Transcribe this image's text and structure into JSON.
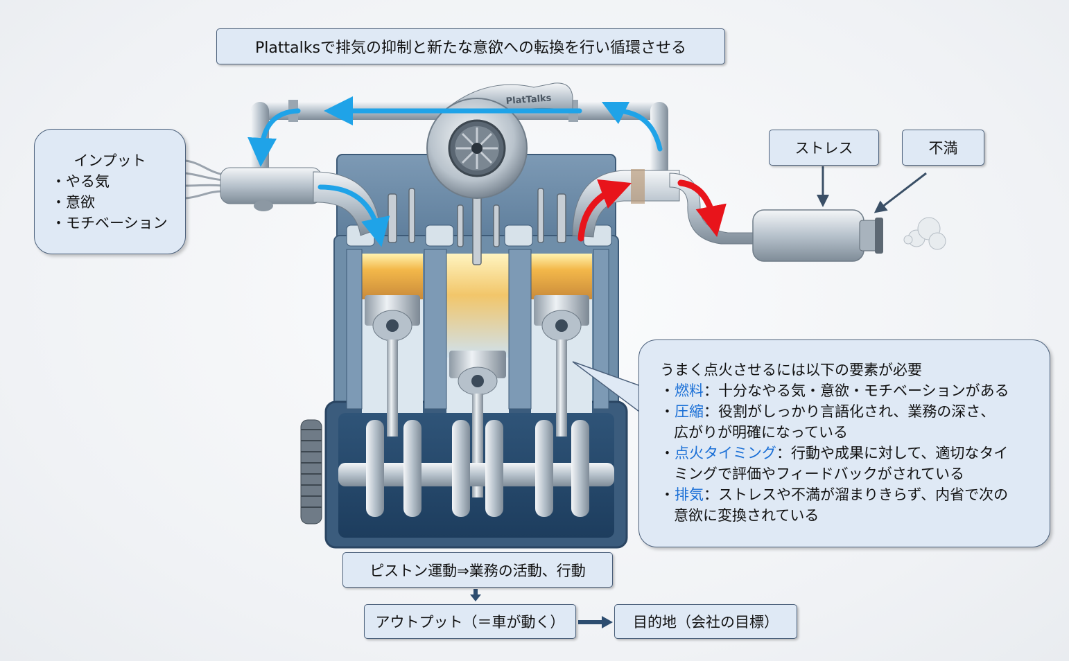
{
  "header": {
    "title": "Plattalksで排気の抑制と新たな意欲への転換を行い循環させる"
  },
  "turbo_label": "PlatTalks",
  "input": {
    "title": "インプット",
    "items": [
      "・やる気",
      "・意欲",
      "・モチベーション"
    ]
  },
  "exhaust_causes": {
    "stress": "ストレス",
    "dissatisfaction": "不満"
  },
  "factors": {
    "title": "うまく点火させるには以下の要素が必要",
    "fuel": {
      "term": "燃料",
      "desc": "：十分なやる気・意欲・モチベーションがある"
    },
    "compression": {
      "term": "圧縮",
      "desc": "：役割がしっかり言語化され、業務の深さ、",
      "cont": "広がりが明確になっている"
    },
    "ignition": {
      "term": "点火タイミング",
      "desc": "：行動や成果に対して、適切なタイ",
      "cont": "ミングで評価やフィードバックがされている"
    },
    "exhaust": {
      "term": "排気",
      "desc": "：ストレスや不満が溜まりきらず、内省で次の",
      "cont": "意欲に変換されている"
    },
    "bullet": "・"
  },
  "flow": {
    "piston": "ピストン運動⇒業務の活動、行動",
    "output": "アウトプット（＝車が動く）",
    "goal": "目的地（会社の目標）"
  },
  "colors": {
    "intake_arrow": "#1fa3e8",
    "exhaust_arrow": "#e8141b",
    "box_fill": "#dfe9f5",
    "highlight": "#1a6fd6"
  }
}
